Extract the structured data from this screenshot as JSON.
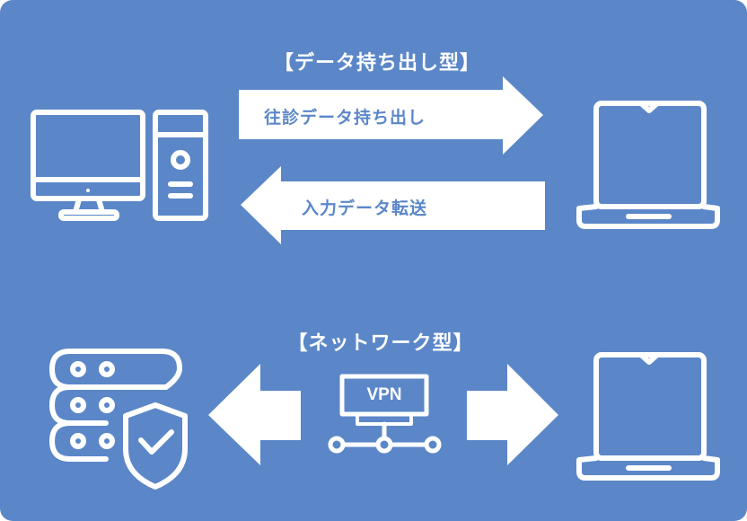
{
  "colors": {
    "background": "#5b87c8",
    "foreground": "#ffffff"
  },
  "sections": [
    {
      "title": "【データ持ち出し型】",
      "arrows": [
        {
          "direction": "right",
          "label": "往診データ持ち出し"
        },
        {
          "direction": "left",
          "label": "入力データ転送"
        }
      ],
      "left_icon": "desktop-computer-icon",
      "right_icon": "laptop-icon"
    },
    {
      "title": "【ネットワーク型】",
      "center_label": "VPN",
      "left_icon": "secure-server-icon",
      "right_icon": "laptop-icon"
    }
  ]
}
